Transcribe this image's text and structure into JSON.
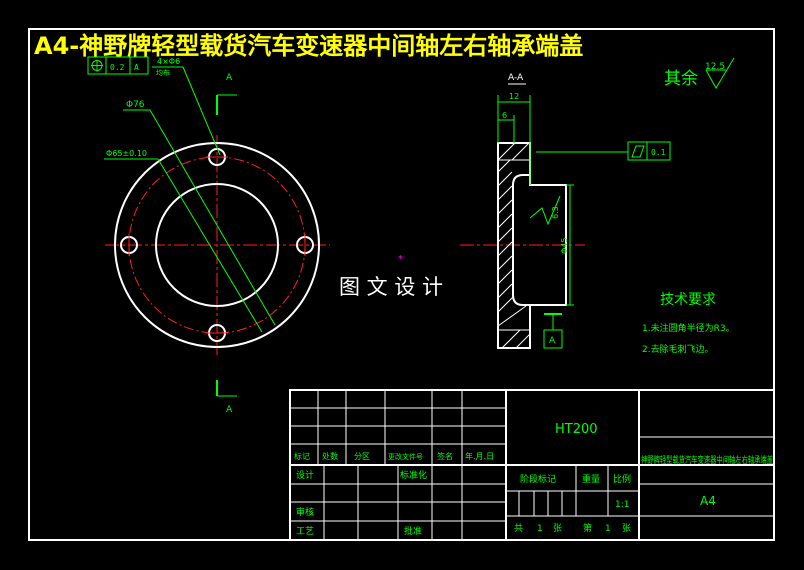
{
  "title": "A4-神野牌轻型载货汽车变速器中间轴左右轴承端盖",
  "roughness": {
    "label": "其余",
    "value": "12.5"
  },
  "front_view": {
    "section_mark_top": "A",
    "section_mark_bottom": "A",
    "position_tolerance": {
      "symbol": "⌖",
      "value": "0.2",
      "datum": "A"
    },
    "hole_note": "4×Φ6",
    "hole_note_sub": "均布",
    "dim_outer": "Φ76",
    "dim_pitch": "Φ65±0.10"
  },
  "section_view": {
    "label": "A-A",
    "dim_width": "12",
    "dim_step": "6",
    "flatness": {
      "symbol": "▱",
      "value": "0.1"
    },
    "dim_height": "Φ45",
    "surface_rough": "6.3",
    "datum": "A"
  },
  "watermark": "图 文 设 计",
  "tech_req": {
    "title": "技术要求",
    "items": [
      "1.未注圆角半径为R3。",
      "2.去除毛刺飞边。"
    ]
  },
  "title_block": {
    "material": "HT200",
    "drawing_title": "神野牌轻型载货汽车变速器中间轴左右轴承端盖",
    "header_row": [
      "标记",
      "处数",
      "分区",
      "更改文件号",
      "签名",
      "年.月.日"
    ],
    "design": "设计",
    "standard": "标准化",
    "review": "审核",
    "process": "工艺",
    "approve": "批准",
    "stage_mark": "阶段标记",
    "weight": "重量",
    "scale": "比例",
    "scale_value": "1:1",
    "size": "A4",
    "sheets_total_label": "共",
    "sheets_total": "1",
    "sheets_unit": "张",
    "sheet_no_label": "第",
    "sheet_no": "1",
    "sheet_unit2": "张"
  },
  "colors": {
    "bg": "#000000",
    "line": "#ffffff",
    "dim": "#00ff00",
    "center": "#ff2020",
    "title": "#ffff00",
    "accent": "#ff00ff"
  }
}
